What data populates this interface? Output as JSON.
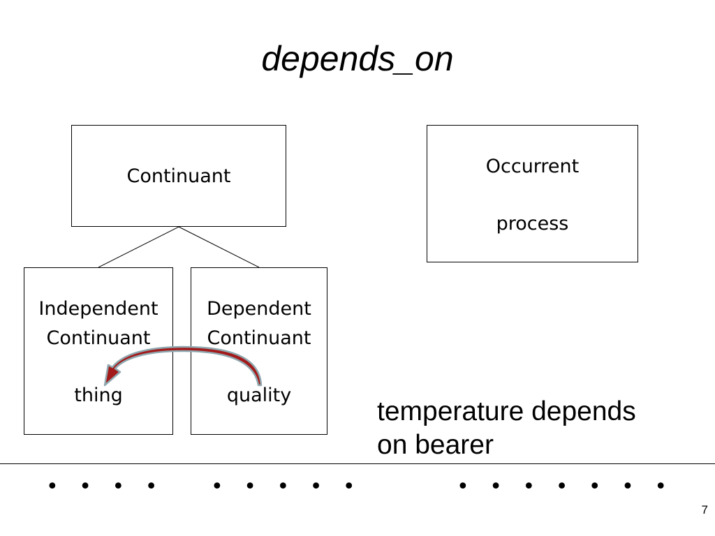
{
  "slide": {
    "title": "depends_on",
    "page_number": "7"
  },
  "boxes": {
    "continuant": {
      "label": "Continuant"
    },
    "occurrent": {
      "label": "Occurrent",
      "example": "process"
    },
    "independent": {
      "line1": "Independent",
      "line2": "Continuant",
      "example": "thing"
    },
    "dependent": {
      "line1": "Dependent",
      "line2": "Continuant",
      "example": "quality"
    }
  },
  "caption": {
    "line1": "temperature depends",
    "line2": "on bearer"
  },
  "footer": {
    "bullets_left": "• • • •",
    "bullets_middle": "• • • • •",
    "bullets_right": "• • • • • • •"
  },
  "colors": {
    "arrow_fill": "#a31a1a",
    "arrow_outline": "#8fa9b0"
  }
}
